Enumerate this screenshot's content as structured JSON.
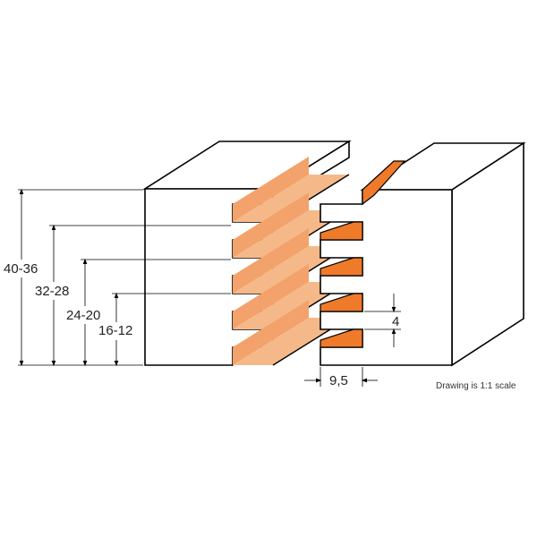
{
  "dimensions": {
    "height_labels": [
      "40-36",
      "32-28",
      "24-20",
      "16-12"
    ],
    "tooth_label": "4",
    "width_label": "9,5"
  },
  "scale_note": "Drawing is 1:1 scale",
  "colors": {
    "slot_light": "#f5b989",
    "slot_mid": "#f2a26a",
    "slot_dark": "#ee7a2a",
    "line": "#000000",
    "face": "#ffffff"
  }
}
